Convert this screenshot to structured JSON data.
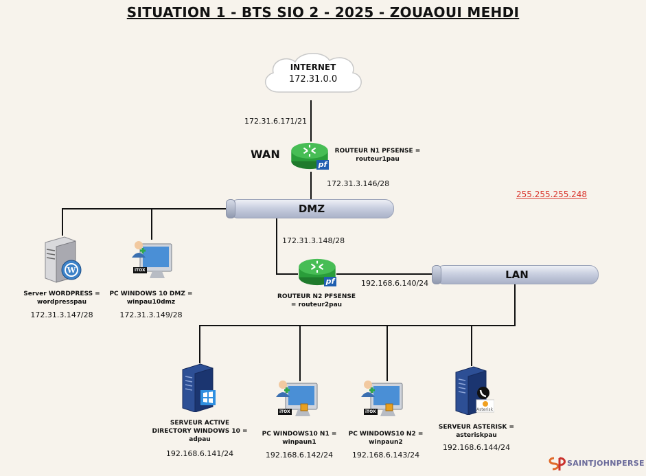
{
  "title": "SITUATION 1 - BTS SIO 2 - 2025 - ZOUAOUI MEHDI",
  "internet": {
    "label": "INTERNET",
    "ip": "172.31.0.0"
  },
  "wan": {
    "label": "WAN",
    "ip": "172.31.6.171/21"
  },
  "router1": {
    "name_line1": "ROUTEUR N1 PFSENSE =",
    "name_line2": "routeur1pau",
    "ip_dmz": "172.31.3.146/28",
    "badge": "pf"
  },
  "dmz": {
    "label": "DMZ",
    "router2_link_ip": "172.31.3.148/28"
  },
  "router2": {
    "name_line1": "ROUTEUR N2 PFSENSE",
    "name_line2": "= routeur2pau",
    "ip_lan": "192.168.6.140/24",
    "badge": "pf"
  },
  "lan": {
    "label": "LAN"
  },
  "mask": "255.255.255.248",
  "dmz_hosts": [
    {
      "name_line1": "Server WORDPRESS =",
      "name_line2": "wordpresspau",
      "ip": "172.31.3.147/28"
    },
    {
      "name_line1": "PC WINDOWS 10 DMZ =",
      "name_line2": "winpau10dmz",
      "ip": "172.31.3.149/28",
      "badge": "iTOX"
    }
  ],
  "lan_hosts": [
    {
      "name_line1": "SERVEUR ACTIVE",
      "name_line2": "DIRECTORY WINDOWS 10 =",
      "name_line3": "adpau",
      "ip": "192.168.6.141/24"
    },
    {
      "name_line1": "PC WINDOWS10 N1 =",
      "name_line2": "winpaun1",
      "ip": "192.168.6.142/24",
      "badge": "iTOX"
    },
    {
      "name_line1": "PC WINDOWS10 N2 =",
      "name_line2": "winpaun2",
      "ip": "192.168.6.143/24",
      "badge": "iTOX"
    },
    {
      "name_line1": "SERVEUR ASTERISK =",
      "name_line2": "asteriskpau",
      "ip": "192.168.6.144/24",
      "badge": "Asterisk"
    }
  ],
  "logo": {
    "text": "SAINTJOHNPERSE"
  },
  "colors": {
    "router": "#2a9d3a",
    "pf_badge": "#1f5fb0",
    "mask_red": "#d9342b",
    "server": "#1d3d7a"
  }
}
